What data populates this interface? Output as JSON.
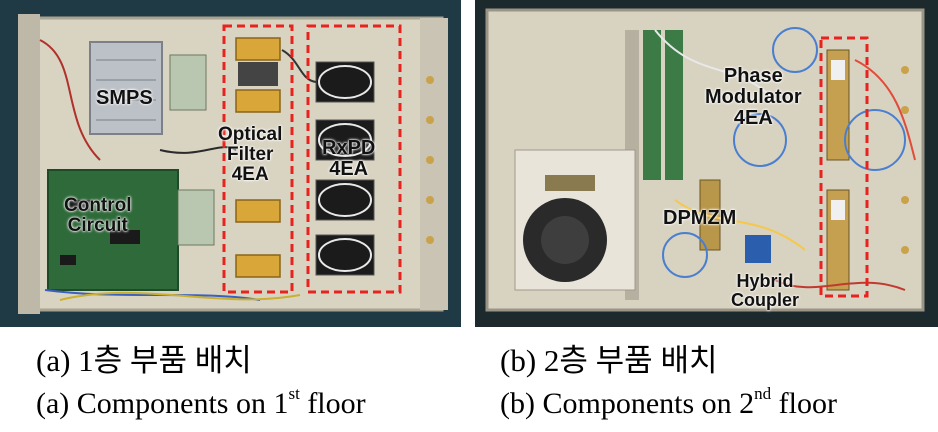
{
  "panel_a": {
    "annotations": {
      "smps": "SMPS",
      "optical_filter_1": "Optical",
      "optical_filter_2": "Filter",
      "optical_filter_3": "4EA",
      "rxpd_1": "RxPD",
      "rxpd_2": "4EA",
      "control_1": "Control",
      "control_2": "Circuit"
    },
    "caption_ko": "(a) 1층 부품 배치",
    "caption_en_prefix": "(a) Components on 1",
    "caption_en_sup": "st",
    "caption_en_suffix": " floor"
  },
  "panel_b": {
    "annotations": {
      "phase_1": "Phase",
      "phase_2": "Modulator",
      "phase_3": "4EA",
      "dpmzm": "DPMZM",
      "hybrid_1": "Hybrid",
      "hybrid_2": "Coupler"
    },
    "caption_ko": "(b) 2층 부품 배치",
    "caption_en_prefix": "(b) Components on 2",
    "caption_en_sup": "nd",
    "caption_en_suffix": " floor"
  },
  "colors": {
    "highlight_box": "#e8231f",
    "chassis": "#d8d2c0",
    "pcb": "#2f6a3a"
  }
}
